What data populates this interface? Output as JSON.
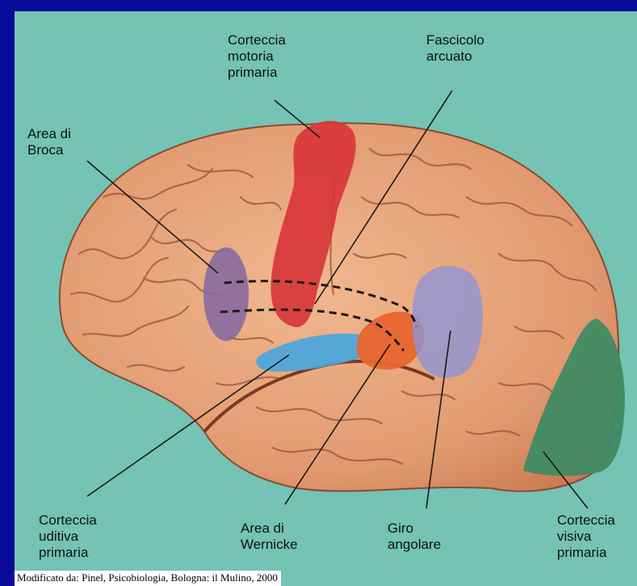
{
  "labels": {
    "motor_cortex": "Corteccia\nmotoria\nprimaria",
    "arcuate_fasciculus": "Fascicolo\narcuato",
    "broca": "Area di\nBroca",
    "auditory_cortex": "Corteccia\nuditiva\nprimaria",
    "wernicke": "Area di\nWernicke",
    "angular_gyrus": "Giro\nangolare",
    "visual_cortex": "Corteccia\nvisiva\nprimaria"
  },
  "credit": "Modificato da: Pinel, Psicobiologia, Bologna: il Mulino, 2000",
  "colors": {
    "background_frame": "#0a0a9a",
    "panel": "#74c3b5",
    "brain_tissue": "#e7a27a",
    "motor_cortex": "#d9363a",
    "broca": "#8a6aa0",
    "auditory_cortex": "#4aa6dd",
    "wernicke": "#e8652e",
    "angular_gyrus": "#8f93d6",
    "visual_cortex": "#3f8a63"
  }
}
